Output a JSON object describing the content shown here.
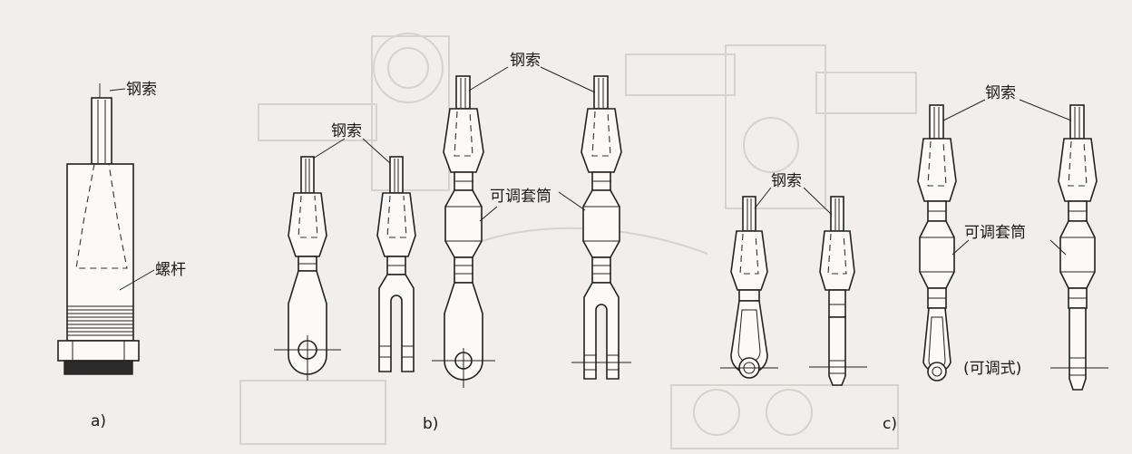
{
  "labels": {
    "cable": "钢索",
    "screw": "螺杆",
    "sleeve": "可调套筒",
    "adjustable": "(可调式)"
  },
  "captions": {
    "a": "a)",
    "b": "b)",
    "c": "c)"
  },
  "colors": {
    "background": "#f1eeeb",
    "ink": "#222222",
    "bleed": "#d7d2cd"
  }
}
